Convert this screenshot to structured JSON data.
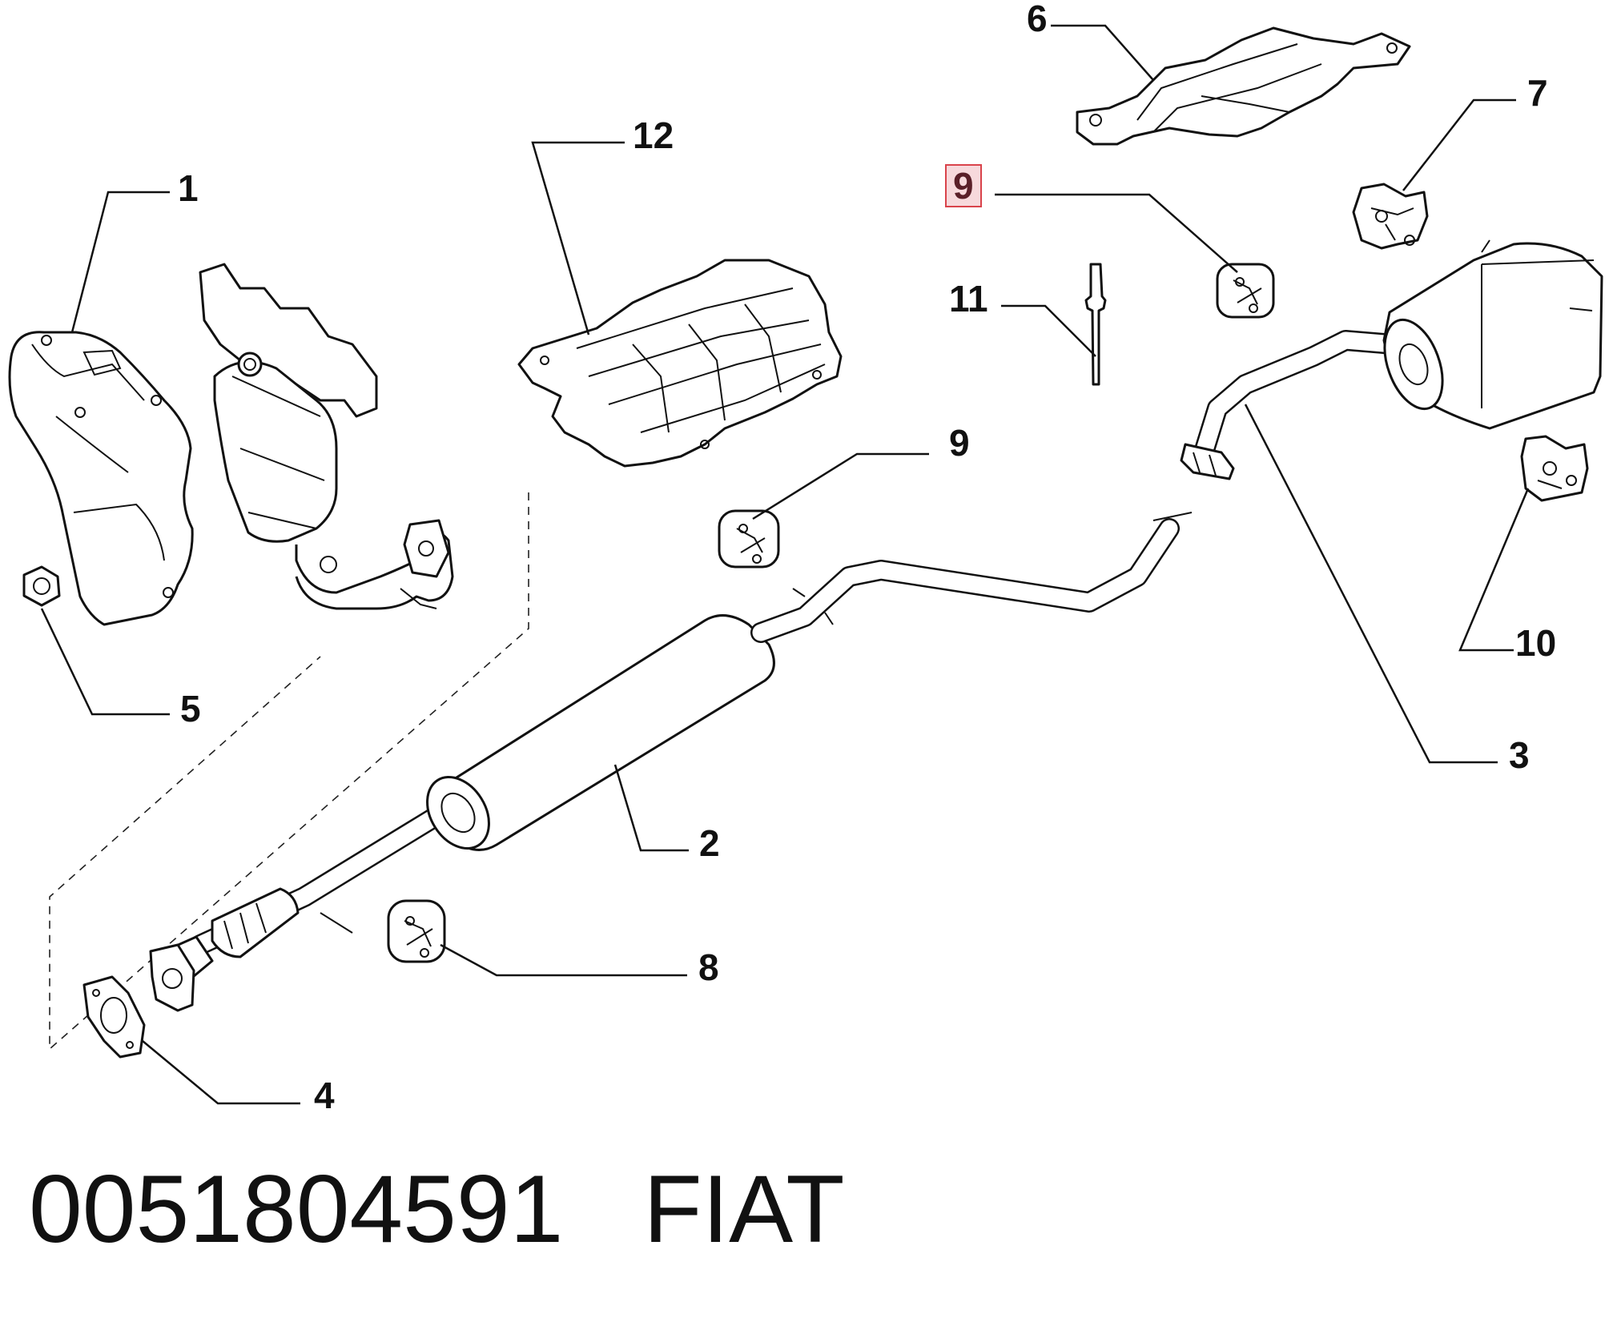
{
  "diagram": {
    "callouts": [
      {
        "id": "1",
        "label": "1"
      },
      {
        "id": "2",
        "label": "2"
      },
      {
        "id": "3",
        "label": "3"
      },
      {
        "id": "4",
        "label": "4"
      },
      {
        "id": "5",
        "label": "5"
      },
      {
        "id": "6",
        "label": "6"
      },
      {
        "id": "7",
        "label": "7"
      },
      {
        "id": "8",
        "label": "8"
      },
      {
        "id": "9a",
        "label": "9",
        "highlighted": true
      },
      {
        "id": "9b",
        "label": "9"
      },
      {
        "id": "10",
        "label": "10"
      },
      {
        "id": "11",
        "label": "11"
      },
      {
        "id": "12",
        "label": "12"
      }
    ],
    "caption": {
      "part_number": "0051804591",
      "brand": "FIAT"
    },
    "colors": {
      "line": "#111111",
      "highlight_border": "#d9434b",
      "highlight_fill": "#f7d9dc"
    }
  }
}
